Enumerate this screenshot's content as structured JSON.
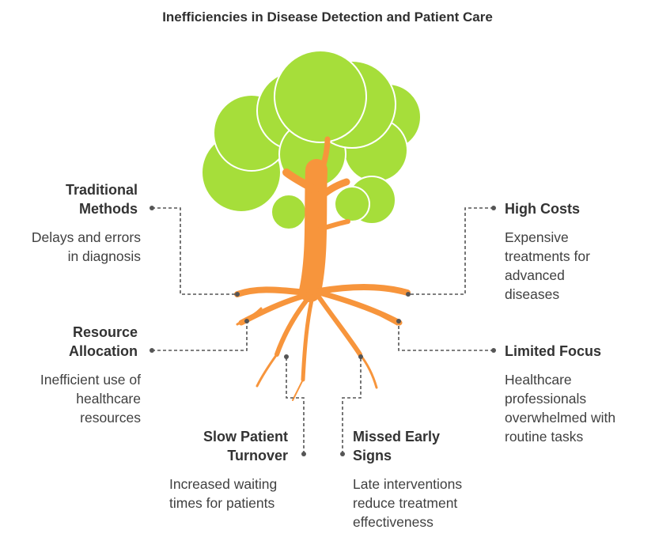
{
  "title": "Inefficiencies in Disease Detection and Patient Care",
  "colors": {
    "foliage": "#a6de3a",
    "trunk": "#f7953c",
    "connector": "#555555"
  },
  "items": [
    {
      "label_lines": [
        "Traditional",
        "Methods"
      ],
      "desc_lines": [
        "Delays and errors",
        "in diagnosis"
      ]
    },
    {
      "label_lines": [
        "Resource",
        "Allocation"
      ],
      "desc_lines": [
        "Inefficient use of",
        "healthcare",
        "resources"
      ]
    },
    {
      "label_lines": [
        "Slow Patient",
        "Turnover"
      ],
      "desc_lines": [
        "Increased waiting",
        "times for patients"
      ]
    },
    {
      "label_lines": [
        "Missed Early",
        "Signs"
      ],
      "desc_lines": [
        "Late interventions",
        "reduce treatment",
        "effectiveness"
      ]
    },
    {
      "label_lines": [
        "High Costs"
      ],
      "desc_lines": [
        "Expensive",
        "treatments for",
        "advanced",
        "diseases"
      ]
    },
    {
      "label_lines": [
        "Limited Focus"
      ],
      "desc_lines": [
        "Healthcare",
        "professionals",
        "overwhelmed with",
        "routine tasks"
      ]
    }
  ]
}
